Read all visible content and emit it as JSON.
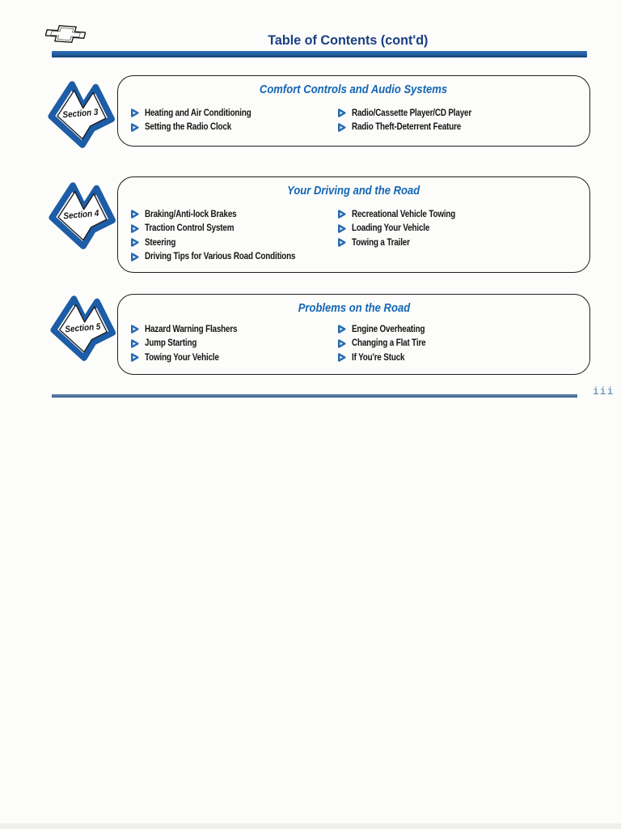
{
  "page": {
    "number": "iii",
    "background": "#fcfcfa"
  },
  "header": {
    "title": "Table of Contents (cont'd)",
    "logo_icon": "chevrolet-bowtie-icon"
  },
  "icons": {
    "bullet": "triangle-right-icon",
    "section_badge": "arrow-badge-icon"
  },
  "colors": {
    "header_title": "#1b4080",
    "header_rule": "#205c9f",
    "section_title": "#1366b4",
    "badge_outline": "#1d5ca6",
    "bullet_outline": "#2569b0",
    "footer_rule": "#567ea9",
    "page_number": "#4878ad"
  },
  "sections": [
    {
      "badge": "Section 3",
      "title": "Comfort Controls and Audio Systems",
      "left": [
        "Heating and Air Conditioning",
        "Setting the Radio Clock"
      ],
      "right": [
        "Radio/Cassette Player/CD Player",
        "Radio Theft-Deterrent Feature"
      ]
    },
    {
      "badge": "Section 4",
      "title": "Your Driving and the Road",
      "left": [
        "Braking/Anti-lock Brakes",
        "Traction Control System",
        "Steering",
        "Driving Tips for Various Road Conditions"
      ],
      "right": [
        "Recreational Vehicle Towing",
        "Loading Your Vehicle",
        "Towing a Trailer"
      ]
    },
    {
      "badge": "Section 5",
      "title": "Problems on the Road",
      "left": [
        "Hazard Warning Flashers",
        "Jump Starting",
        "Towing Your Vehicle"
      ],
      "right": [
        "Engine Overheating",
        "Changing a Flat Tire",
        "If You're Stuck"
      ]
    }
  ]
}
